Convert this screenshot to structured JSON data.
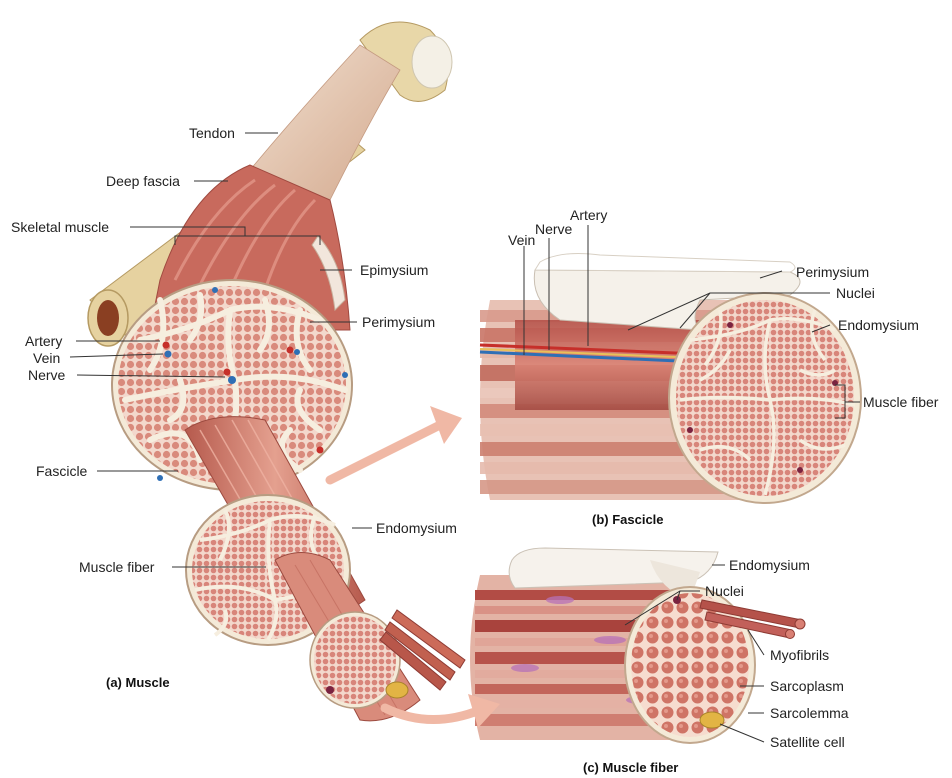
{
  "labels": {
    "tendon": "Tendon",
    "deep_fascia": "Deep fascia",
    "skeletal_muscle": "Skeletal muscle",
    "epimysium": "Epimysium",
    "perimysium_a": "Perimysium",
    "artery_a": "Artery",
    "vein_a": "Vein",
    "nerve_a": "Nerve",
    "fascicle": "Fascicle",
    "endomysium_a": "Endomysium",
    "muscle_fiber_a": "Muscle fiber",
    "artery_b": "Artery",
    "nerve_b": "Nerve",
    "vein_b": "Vein",
    "perimysium_b": "Perimysium",
    "nuclei_b": "Nuclei",
    "endomysium_b": "Endomysium",
    "muscle_fiber_b": "Muscle fiber",
    "endomysium_c": "Endomysium",
    "nuclei_c": "Nuclei",
    "myofibrils": "Myofibrils",
    "sarcoplasm": "Sarcoplasm",
    "sarcolemma": "Sarcolemma",
    "satellite_cell": "Satellite cell"
  },
  "captions": {
    "a": "(a) Muscle",
    "b": "(b) Fascicle",
    "c": "(c) Muscle fiber"
  },
  "colors": {
    "muscle": "#c9655a",
    "muscle_dark": "#a8473f",
    "connective": "#f4ead8",
    "tendon": "#e9d3bf",
    "bone": "#e2cf9e",
    "artery": "#c62f2a",
    "vein": "#2f6fb5",
    "nerve": "#e8c05a",
    "arrow": "#f0b8a5"
  }
}
